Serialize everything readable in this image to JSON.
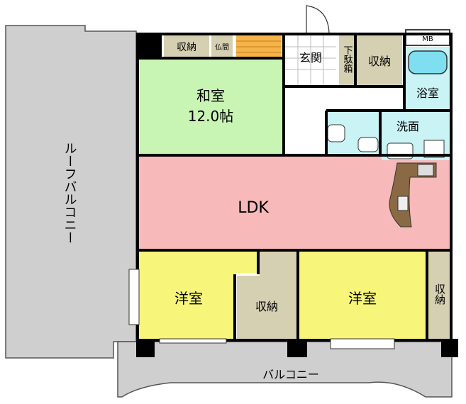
{
  "rooms": {
    "washitsu": {
      "name": "和室",
      "size": "12.0帖"
    },
    "ldk": {
      "name": "LDK"
    },
    "yoshitsu_left": {
      "name": "洋室"
    },
    "yoshitsu_right": {
      "name": "洋室"
    },
    "shuno_top": {
      "name": "収納"
    },
    "butsuma": {
      "name": "仏間"
    },
    "genkan": {
      "name": "玄関"
    },
    "geta_bako": {
      "name": "下駄箱"
    },
    "shuno_genkan": {
      "name": "収納"
    },
    "mb": {
      "name": "MB"
    },
    "yokushitsu": {
      "name": "浴室"
    },
    "senmen": {
      "name": "洗面"
    },
    "shuno_mid": {
      "name": "収納"
    },
    "shuno_right": {
      "name": "収納"
    }
  },
  "outdoor": {
    "roof_balcony": "ルーフバルコニー",
    "balcony": "バルコニー"
  },
  "colors": {
    "washitsu": "#c8f5b4",
    "ldk": "#f7b9b9",
    "yoshitsu": "#f7f57a",
    "storage": "#d6d0b2",
    "wet": "#c9f3f5",
    "outdoor": "#cfcfcf",
    "entry": "#ffffff",
    "kitchen": "#8a6a44",
    "stair": "#f5b348",
    "wall": "#000000"
  }
}
